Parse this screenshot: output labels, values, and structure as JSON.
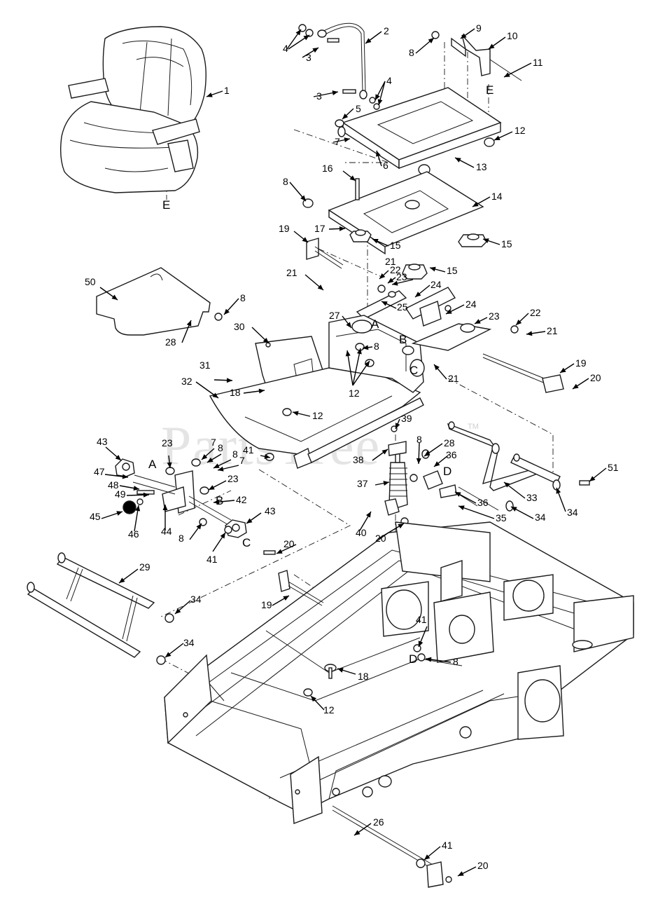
{
  "watermark": {
    "text": "PartsTree",
    "trademark": "TM"
  },
  "callouts": [
    {
      "label": "1"
    },
    {
      "label": "2"
    },
    {
      "label": "3"
    },
    {
      "label": "3"
    },
    {
      "label": "4"
    },
    {
      "label": "4"
    },
    {
      "label": "5"
    },
    {
      "label": "6"
    },
    {
      "label": "7"
    },
    {
      "label": "8"
    },
    {
      "label": "9"
    },
    {
      "label": "10"
    },
    {
      "label": "11"
    },
    {
      "label": "12"
    },
    {
      "label": "13"
    },
    {
      "label": "16"
    },
    {
      "label": "8"
    },
    {
      "label": "14"
    },
    {
      "label": "17"
    },
    {
      "label": "15"
    },
    {
      "label": "15"
    },
    {
      "label": "19"
    },
    {
      "label": "21"
    },
    {
      "label": "22"
    },
    {
      "label": "15"
    },
    {
      "label": "21"
    },
    {
      "label": "23"
    },
    {
      "label": "24"
    },
    {
      "label": "24"
    },
    {
      "label": "50"
    },
    {
      "label": "8"
    },
    {
      "label": "27"
    },
    {
      "label": "28"
    },
    {
      "label": "25"
    },
    {
      "label": "23"
    },
    {
      "label": "22"
    },
    {
      "label": "21"
    },
    {
      "label": "30"
    },
    {
      "label": "8"
    },
    {
      "label": "31"
    },
    {
      "label": "12"
    },
    {
      "label": "19"
    },
    {
      "label": "21"
    },
    {
      "label": "20"
    },
    {
      "label": "32"
    },
    {
      "label": "18"
    },
    {
      "label": "12"
    },
    {
      "label": "39"
    },
    {
      "label": "43"
    },
    {
      "label": "23"
    },
    {
      "label": "7"
    },
    {
      "label": "8"
    },
    {
      "label": "8"
    },
    {
      "label": "7"
    },
    {
      "label": "41"
    },
    {
      "label": "8"
    },
    {
      "label": "28"
    },
    {
      "label": "36"
    },
    {
      "label": "38"
    },
    {
      "label": "51"
    },
    {
      "label": "47"
    },
    {
      "label": "23"
    },
    {
      "label": "48"
    },
    {
      "label": "49"
    },
    {
      "label": "42"
    },
    {
      "label": "37"
    },
    {
      "label": "33"
    },
    {
      "label": "36"
    },
    {
      "label": "34"
    },
    {
      "label": "45"
    },
    {
      "label": "46"
    },
    {
      "label": "44"
    },
    {
      "label": "43"
    },
    {
      "label": "35"
    },
    {
      "label": "34"
    },
    {
      "label": "8"
    },
    {
      "label": "41"
    },
    {
      "label": "40"
    },
    {
      "label": "20"
    },
    {
      "label": "20"
    },
    {
      "label": "29"
    },
    {
      "label": "34"
    },
    {
      "label": "19"
    },
    {
      "label": "34"
    },
    {
      "label": "41"
    },
    {
      "label": "8"
    },
    {
      "label": "18"
    },
    {
      "label": "12"
    },
    {
      "label": "26"
    },
    {
      "label": "41"
    },
    {
      "label": "20"
    }
  ],
  "letters": [
    {
      "label": "E"
    },
    {
      "label": "E"
    },
    {
      "label": "A"
    },
    {
      "label": "B"
    },
    {
      "label": "C"
    },
    {
      "label": "D"
    },
    {
      "label": "A"
    },
    {
      "label": "B"
    },
    {
      "label": "C"
    },
    {
      "label": "D"
    }
  ]
}
